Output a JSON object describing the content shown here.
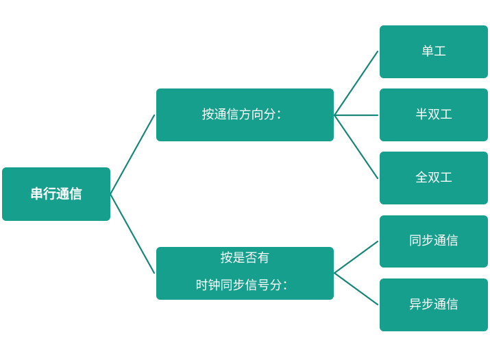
{
  "diagram": {
    "root": {
      "label": "串行通信"
    },
    "branches": [
      {
        "label": "按通信方向分：",
        "children": [
          {
            "label": "单工"
          },
          {
            "label": "半双工"
          },
          {
            "label": "全双工"
          }
        ]
      },
      {
        "label_line1": "按是否有",
        "label_line2": "时钟同步信号分：",
        "children": [
          {
            "label": "同步通信"
          },
          {
            "label": "异步通信"
          }
        ]
      }
    ]
  },
  "colors": {
    "node_fill": "#169f8c",
    "connector": "#178678",
    "text": "#ffffff",
    "background": "#ffffff"
  }
}
